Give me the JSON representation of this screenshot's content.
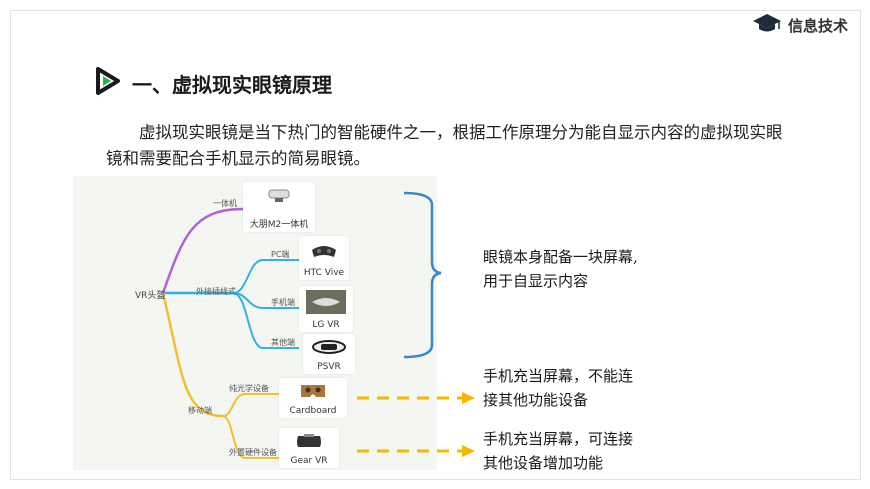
{
  "header": {
    "brand": "信息技术",
    "brand_icon": "graduation-cap-icon"
  },
  "section": {
    "title": "一、虚拟现实眼镜原理",
    "icon": "play-arrow-icon"
  },
  "paragraph": "虚拟现实眼镜是当下热门的智能硬件之一，根据工作原理分为能自显示内容的虚拟现实眼镜和需要配合手机显示的简易眼镜。",
  "mindmap": {
    "root": "VR头盔",
    "branch_all_in_one": "一体机",
    "branch_external": "外接插线式",
    "branch_mobile": "移动端",
    "sub_pc": "PC端",
    "sub_phone": "手机端",
    "sub_other": "其他端",
    "sub_optical": "纯光学设备",
    "sub_hardware": "外置硬件设备",
    "devices": {
      "dapeng": "大朋M2一体机",
      "htc": "HTC Vive",
      "lg": "LG VR",
      "psvr": "PSVR",
      "cardboard": "Cardboard",
      "gearvr": "Gear VR"
    }
  },
  "notes": {
    "self_display_1": "眼镜本身配备一块屏幕,",
    "self_display_2": "用于自显示内容",
    "cardboard_1": "手机充当屏幕，不能连",
    "cardboard_2": "接其他功能设备",
    "gearvr_1": "手机充当屏幕，可连接",
    "gearvr_2": "其他设备增加功能"
  },
  "colors": {
    "purple": "#b062d6",
    "blue": "#32b2e0",
    "yellow": "#f0c030",
    "accent_blue": "#3a86c8",
    "arrow_yellow": "#f5b800",
    "play_green": "#27b24a"
  }
}
